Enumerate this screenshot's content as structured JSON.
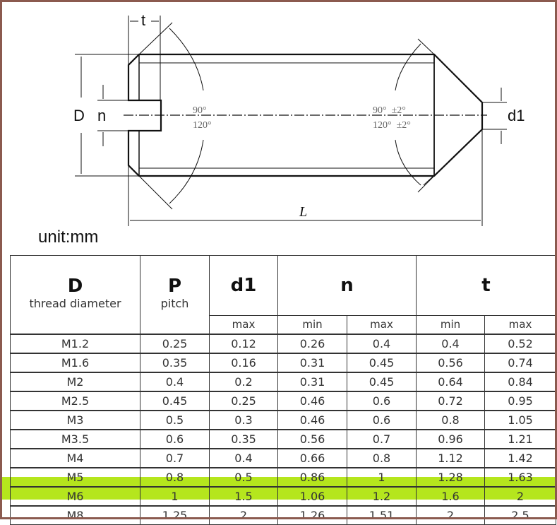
{
  "diagram": {
    "labels": {
      "t": "t",
      "D": "D",
      "n": "n",
      "d1": "d1",
      "L": "L"
    },
    "angles_left": [
      "90°",
      "120°"
    ],
    "angles_right": [
      "90°  ±2°",
      "120°  ±2°"
    ]
  },
  "unit": "unit:mm",
  "table": {
    "headers": {
      "D": "D",
      "D_sub": "thread diameter",
      "P": "P",
      "P_sub": "pitch",
      "d1": "d1",
      "n": "n",
      "t": "t"
    },
    "subheaders": [
      "max",
      "min",
      "max",
      "min",
      "max"
    ],
    "rows": [
      [
        "M1.2",
        "0.25",
        "0.12",
        "0.26",
        "0.4",
        "0.4",
        "0.52"
      ],
      [
        "M1.6",
        "0.35",
        "0.16",
        "0.31",
        "0.45",
        "0.56",
        "0.74"
      ],
      [
        "M2",
        "0.4",
        "0.2",
        "0.31",
        "0.45",
        "0.64",
        "0.84"
      ],
      [
        "M2.5",
        "0.45",
        "0.25",
        "0.46",
        "0.6",
        "0.72",
        "0.95"
      ],
      [
        "M3",
        "0.5",
        "0.3",
        "0.46",
        "0.6",
        "0.8",
        "1.05"
      ],
      [
        "M3.5",
        "0.6",
        "0.35",
        "0.56",
        "0.7",
        "0.96",
        "1.21"
      ],
      [
        "M4",
        "0.7",
        "0.4",
        "0.66",
        "0.8",
        "1.12",
        "1.42"
      ],
      [
        "M5",
        "0.8",
        "0.5",
        "0.86",
        "1",
        "1.28",
        "1.63"
      ],
      [
        "M6",
        "1",
        "1.5",
        "1.06",
        "1.2",
        "1.6",
        "2"
      ],
      [
        "M8",
        "1.25",
        "2",
        "1.26",
        "1.51",
        "2",
        "2.5"
      ]
    ],
    "highlight_row": 8,
    "highlight_color": "#b5e61d"
  },
  "colors": {
    "frame": "#8b5a4f"
  }
}
